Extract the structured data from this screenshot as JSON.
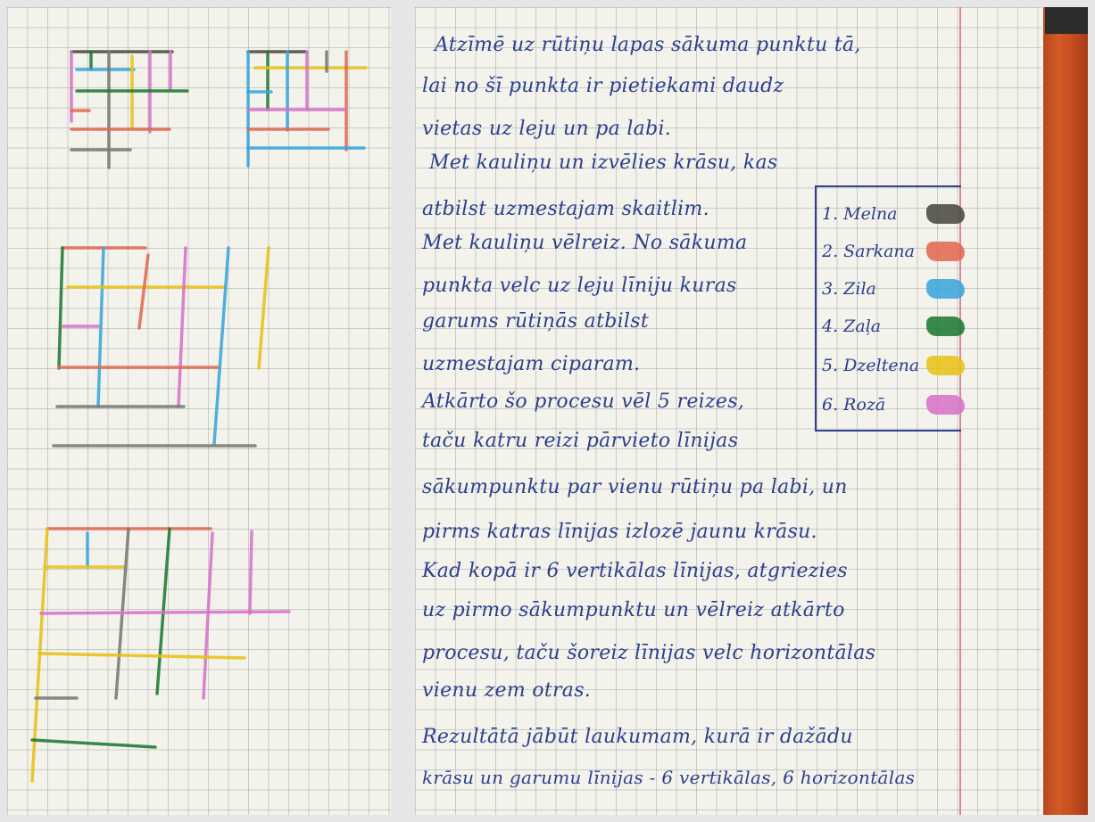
{
  "instructions": {
    "lines": [
      "Atzīmē uz rūtiņu lapas sākuma punktu tā,",
      "lai no šī punkta ir pietiekami daudz",
      "vietas uz leju un pa labi.",
      "Met kauliņu un izvēlies krāsu, kas",
      "atbilst uzmestajam skaitlim.",
      "Met kauliņu vēlreiz. No sākuma",
      "punkta velc uz leju līniju kuras",
      "garums rūtiņās atbilst",
      "uzmestajam ciparam.",
      "Atkārto šo procesu vēl 5 reizes,",
      "taču katru reizi pārvieto līnijas",
      "sākumpunktu par vienu rūtiņu pa labi, un",
      "pirms katras līnijas izlozē jaunu krāsu.",
      "Kad kopā ir 6 vertikālas līnijas, atgriezies",
      "uz pirmo sākumpunktu un vēlreiz atkārto",
      "procesu, taču šoreiz līnijas velc horizontālas",
      "vienu zem otras.",
      "Rezultātā jābūt laukumam, kurā ir dažādu",
      "krāsu un garumu līnijas - 6 vertikālas, 6 horizontālas"
    ]
  },
  "legend": [
    {
      "label": "1. Melna",
      "color": "#4a4a40"
    },
    {
      "label": "2. Sarkana",
      "color": "#e06a52"
    },
    {
      "label": "3. Zila",
      "color": "#3aa6dc"
    },
    {
      "label": "4. Zaļa",
      "color": "#1f7a35"
    },
    {
      "label": "5. Dzeltena",
      "color": "#e8c21a"
    },
    {
      "label": "6. Rozā",
      "color": "#d873c8"
    }
  ],
  "palette": {
    "black": "#4a4a40",
    "gray": "#7a7a74",
    "red": "#e06a52",
    "blue": "#3aa6dc",
    "green": "#1f7a35",
    "yellow": "#e8c21a",
    "pink": "#d873c8"
  }
}
